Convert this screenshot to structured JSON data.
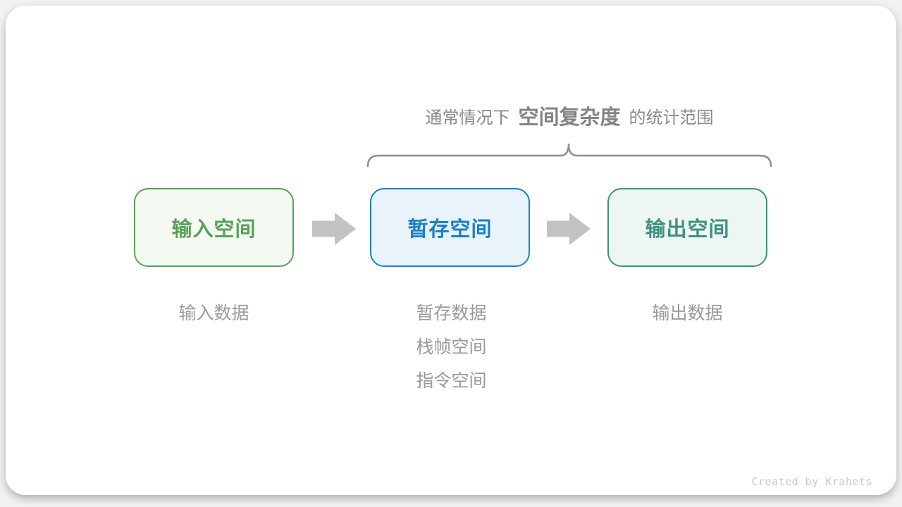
{
  "page": {
    "background_color": "#F2F2F3",
    "card_color": "#FFFFFF"
  },
  "header": {
    "prefix": "通常情况下",
    "highlight": "空间复杂度",
    "suffix": "的统计范围",
    "text_color": "#8A8A8A"
  },
  "brace": {
    "color": "#8F8F8F",
    "spans": "temp-and-output-boxes"
  },
  "boxes": [
    {
      "label": "输入空间",
      "border": "#5AA05A",
      "fill": "#F4FAF1",
      "text_color": "#57A157"
    },
    {
      "label": "暂存空间",
      "border": "#1E81C5",
      "fill": "#E9F3FB",
      "text_color": "#1B80C6"
    },
    {
      "label": "输出空间",
      "border": "#3E917E",
      "fill": "#EDF6F2",
      "text_color": "#3D9180"
    }
  ],
  "arrows": {
    "color": "#C2C2C2"
  },
  "annotations": {
    "input": [
      "输入数据"
    ],
    "temp": [
      "暂存数据",
      "栈帧空间",
      "指令空间"
    ],
    "output": [
      "输出数据"
    ],
    "text_color": "#9A9A9A"
  },
  "watermark": "Created by Krahets"
}
